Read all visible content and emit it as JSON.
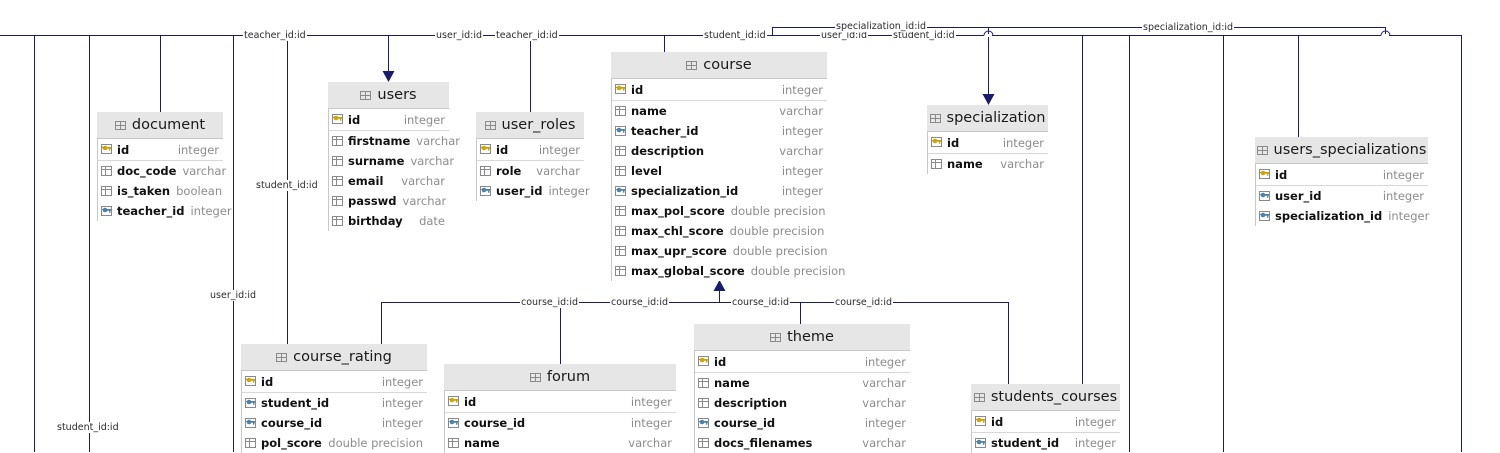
{
  "tables": {
    "document": {
      "name": "document",
      "columns": [
        {
          "name": "id",
          "type": "integer",
          "key": "pk"
        },
        {
          "name": "doc_code",
          "type": "varchar",
          "key": "col"
        },
        {
          "name": "is_taken",
          "type": "boolean",
          "key": "col"
        },
        {
          "name": "teacher_id",
          "type": "integer",
          "key": "fk"
        }
      ]
    },
    "users": {
      "name": "users",
      "columns": [
        {
          "name": "id",
          "type": "integer",
          "key": "pk"
        },
        {
          "name": "firstname",
          "type": "varchar",
          "key": "col"
        },
        {
          "name": "surname",
          "type": "varchar",
          "key": "col"
        },
        {
          "name": "email",
          "type": "varchar",
          "key": "col"
        },
        {
          "name": "passwd",
          "type": "varchar",
          "key": "col"
        },
        {
          "name": "birthday",
          "type": "date",
          "key": "col"
        }
      ]
    },
    "user_roles": {
      "name": "user_roles",
      "columns": [
        {
          "name": "id",
          "type": "integer",
          "key": "pk"
        },
        {
          "name": "role",
          "type": "varchar",
          "key": "col"
        },
        {
          "name": "user_id",
          "type": "integer",
          "key": "fk"
        }
      ]
    },
    "course": {
      "name": "course",
      "columns": [
        {
          "name": "id",
          "type": "integer",
          "key": "pk"
        },
        {
          "name": "name",
          "type": "varchar",
          "key": "col"
        },
        {
          "name": "teacher_id",
          "type": "integer",
          "key": "fk"
        },
        {
          "name": "description",
          "type": "varchar",
          "key": "col"
        },
        {
          "name": "level",
          "type": "integer",
          "key": "col"
        },
        {
          "name": "specialization_id",
          "type": "integer",
          "key": "fk"
        },
        {
          "name": "max_pol_score",
          "type": "double precision",
          "key": "col"
        },
        {
          "name": "max_chl_score",
          "type": "double precision",
          "key": "col"
        },
        {
          "name": "max_upr_score",
          "type": "double precision",
          "key": "col"
        },
        {
          "name": "max_global_score",
          "type": "double precision",
          "key": "col"
        }
      ]
    },
    "specialization": {
      "name": "specialization",
      "columns": [
        {
          "name": "id",
          "type": "integer",
          "key": "pk"
        },
        {
          "name": "name",
          "type": "varchar",
          "key": "col"
        }
      ]
    },
    "users_specializations": {
      "name": "users_specializations",
      "columns": [
        {
          "name": "id",
          "type": "integer",
          "key": "pk"
        },
        {
          "name": "user_id",
          "type": "integer",
          "key": "fk"
        },
        {
          "name": "specialization_id",
          "type": "integer",
          "key": "fk"
        }
      ]
    },
    "course_rating": {
      "name": "course_rating",
      "columns": [
        {
          "name": "id",
          "type": "integer",
          "key": "pk"
        },
        {
          "name": "student_id",
          "type": "integer",
          "key": "fk"
        },
        {
          "name": "course_id",
          "type": "integer",
          "key": "fk"
        },
        {
          "name": "pol_score",
          "type": "double precision",
          "key": "col"
        }
      ]
    },
    "forum": {
      "name": "forum",
      "columns": [
        {
          "name": "id",
          "type": "integer",
          "key": "pk"
        },
        {
          "name": "course_id",
          "type": "integer",
          "key": "fk"
        },
        {
          "name": "name",
          "type": "varchar",
          "key": "col"
        }
      ]
    },
    "theme": {
      "name": "theme",
      "columns": [
        {
          "name": "id",
          "type": "integer",
          "key": "pk"
        },
        {
          "name": "name",
          "type": "varchar",
          "key": "col"
        },
        {
          "name": "description",
          "type": "varchar",
          "key": "col"
        },
        {
          "name": "course_id",
          "type": "integer",
          "key": "fk"
        },
        {
          "name": "docs_filenames",
          "type": "varchar",
          "key": "col"
        }
      ]
    },
    "students_courses": {
      "name": "students_courses",
      "columns": [
        {
          "name": "id",
          "type": "integer",
          "key": "pk"
        },
        {
          "name": "student_id",
          "type": "integer",
          "key": "fk"
        }
      ]
    }
  },
  "relation_labels": {
    "teacher_id_left": "teacher_id:id",
    "user_id_top": "user_id:id",
    "teacher_id_top": "teacher_id:id",
    "student_id_top": "student_id:id",
    "user_id_top2": "user_id:id",
    "student_id_top2": "student_id:id",
    "specialization_id_top": "specialization_id:id",
    "specialization_id_right": "specialization_id:id",
    "student_id_mid": "student_id:id",
    "user_id_mid": "user_id:id",
    "student_id_bottom": "student_id:id",
    "course_id_1": "course_id:id",
    "course_id_2": "course_id:id",
    "course_id_3": "course_id:id",
    "course_id_4": "course_id:id"
  },
  "colors": {
    "line": "#1a1a6e",
    "header_bg": "#e6e6e6",
    "type_text": "#8c8c8c"
  }
}
